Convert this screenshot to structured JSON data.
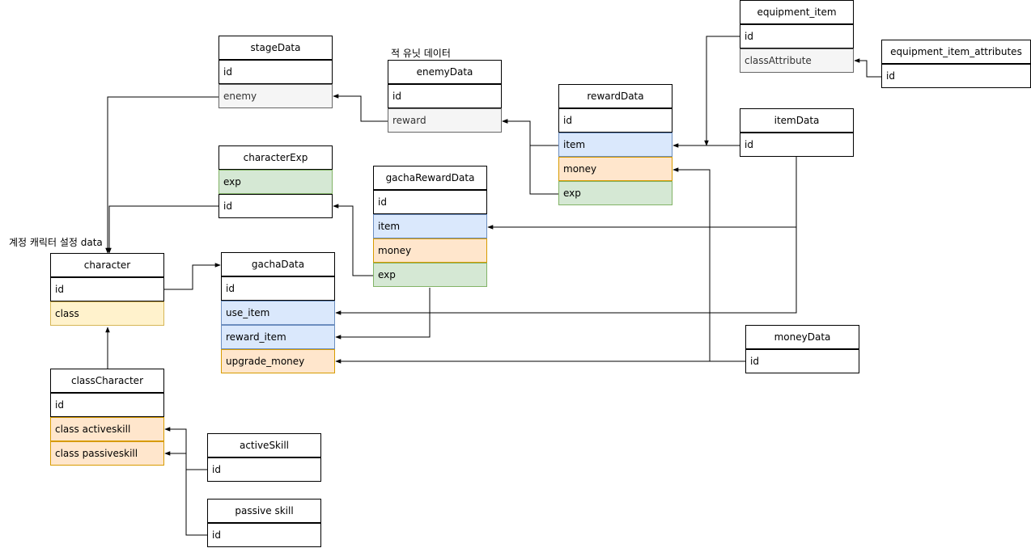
{
  "notes": {
    "enemy_unit_note": "적 유닛 데이터",
    "account_character_note": "계정 캐릭터 설정 data"
  },
  "tables": {
    "stageData": {
      "title": "stageData",
      "fields": [
        {
          "label": "id",
          "style": "plain"
        },
        {
          "label": "enemy",
          "style": "gray"
        }
      ]
    },
    "enemyData": {
      "title": "enemyData",
      "fields": [
        {
          "label": "id",
          "style": "plain"
        },
        {
          "label": "reward",
          "style": "gray"
        }
      ]
    },
    "rewardData": {
      "title": "rewardData",
      "fields": [
        {
          "label": "id",
          "style": "plain"
        },
        {
          "label": "item",
          "style": "blue"
        },
        {
          "label": "money",
          "style": "orange"
        },
        {
          "label": "exp",
          "style": "green"
        }
      ]
    },
    "equipment_item": {
      "title": "equipment_item",
      "fields": [
        {
          "label": "id",
          "style": "plain"
        },
        {
          "label": "classAttribute",
          "style": "gray"
        }
      ]
    },
    "equipment_item_attributes": {
      "title": "equipment_item_attributes",
      "fields": [
        {
          "label": "id",
          "style": "plain"
        }
      ]
    },
    "itemData": {
      "title": "itemData",
      "fields": [
        {
          "label": "id",
          "style": "plain"
        }
      ]
    },
    "characterExp": {
      "title": "characterExp",
      "fields": [
        {
          "label": "exp",
          "style": "green"
        },
        {
          "label": "id",
          "style": "plain"
        }
      ]
    },
    "gachaRewardData": {
      "title": "gachaRewardData",
      "fields": [
        {
          "label": "id",
          "style": "plain"
        },
        {
          "label": "item",
          "style": "blue"
        },
        {
          "label": "money",
          "style": "orange"
        },
        {
          "label": "exp",
          "style": "green"
        }
      ]
    },
    "character": {
      "title": "character",
      "fields": [
        {
          "label": "id",
          "style": "plain"
        },
        {
          "label": "class",
          "style": "yellow"
        }
      ]
    },
    "gachaData": {
      "title": "gachaData",
      "fields": [
        {
          "label": "id",
          "style": "plain"
        },
        {
          "label": "use_item",
          "style": "blue"
        },
        {
          "label": "reward_item",
          "style": "blue"
        },
        {
          "label": "upgrade_money",
          "style": "orange"
        }
      ]
    },
    "moneyData": {
      "title": "moneyData",
      "fields": [
        {
          "label": "id",
          "style": "plain"
        }
      ]
    },
    "classCharacter": {
      "title": "classCharacter",
      "fields": [
        {
          "label": "id",
          "style": "plain"
        },
        {
          "label": "class activeskill",
          "style": "orange"
        },
        {
          "label": "class passiveskill",
          "style": "orange"
        }
      ]
    },
    "activeSkill": {
      "title": "activeSkill",
      "fields": [
        {
          "label": "id",
          "style": "plain"
        }
      ]
    },
    "passive_skill": {
      "title": "passive skill",
      "fields": [
        {
          "label": "id",
          "style": "plain"
        }
      ]
    }
  }
}
